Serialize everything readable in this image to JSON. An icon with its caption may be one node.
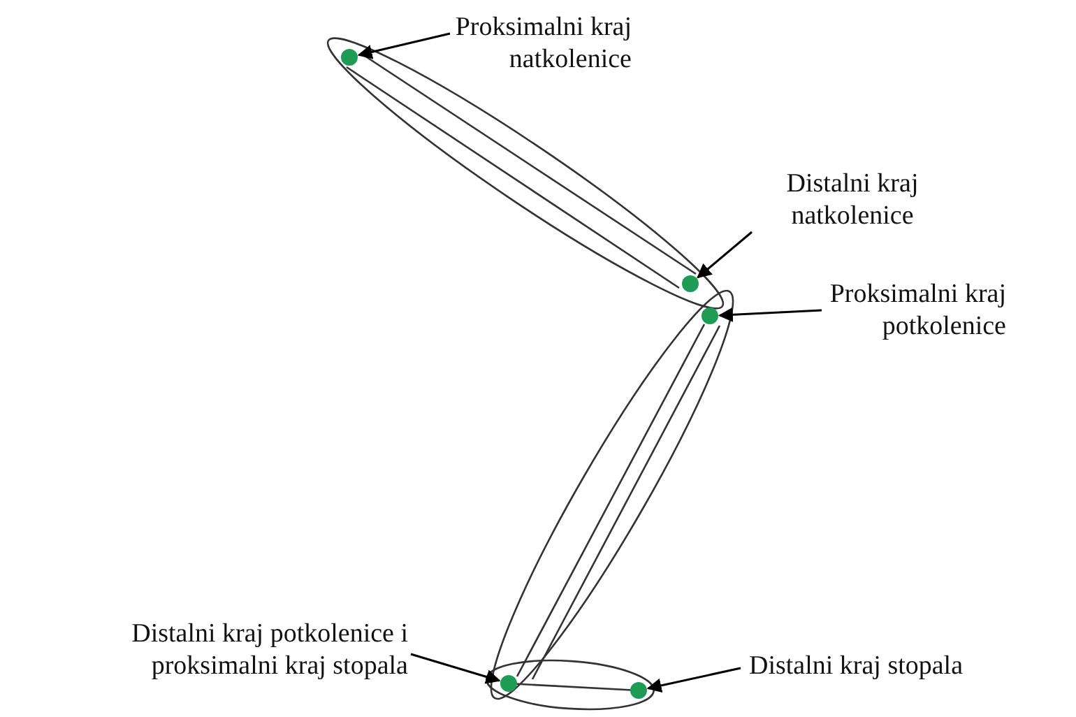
{
  "diagram": {
    "nodes": [
      {
        "text": [
          "Proksimalni kraj natkolenice"
        ]
      },
      {
        "text": [
          "Distalni kraj natkolenice"
        ]
      },
      {
        "text": [
          "Proksimalni kraj potkolenice"
        ]
      },
      {
        "text": [
          "Distalni kraj potkolenice i proksimalni kraj stopala"
        ]
      },
      {
        "text": [
          "Distalni kraj stopala"
        ]
      },
      {
        "text": [],
        "shape": "circle"
      },
      {
        "text": [],
        "shape": "circle"
      },
      {
        "text": [],
        "shape": "circle"
      },
      {
        "text": [],
        "shape": "circle"
      },
      {
        "text": [],
        "shape": "circle"
      }
    ],
    "edges": [
      {
        "from": 0,
        "to": 5,
        "arrow": "to"
      },
      {
        "from": 1,
        "to": 6,
        "arrow": "to"
      },
      {
        "from": 2,
        "to": 7,
        "arrow": "to"
      },
      {
        "from": 3,
        "to": 8,
        "arrow": "to"
      },
      {
        "from": 4,
        "to": 9,
        "arrow": "to"
      }
    ]
  }
}
